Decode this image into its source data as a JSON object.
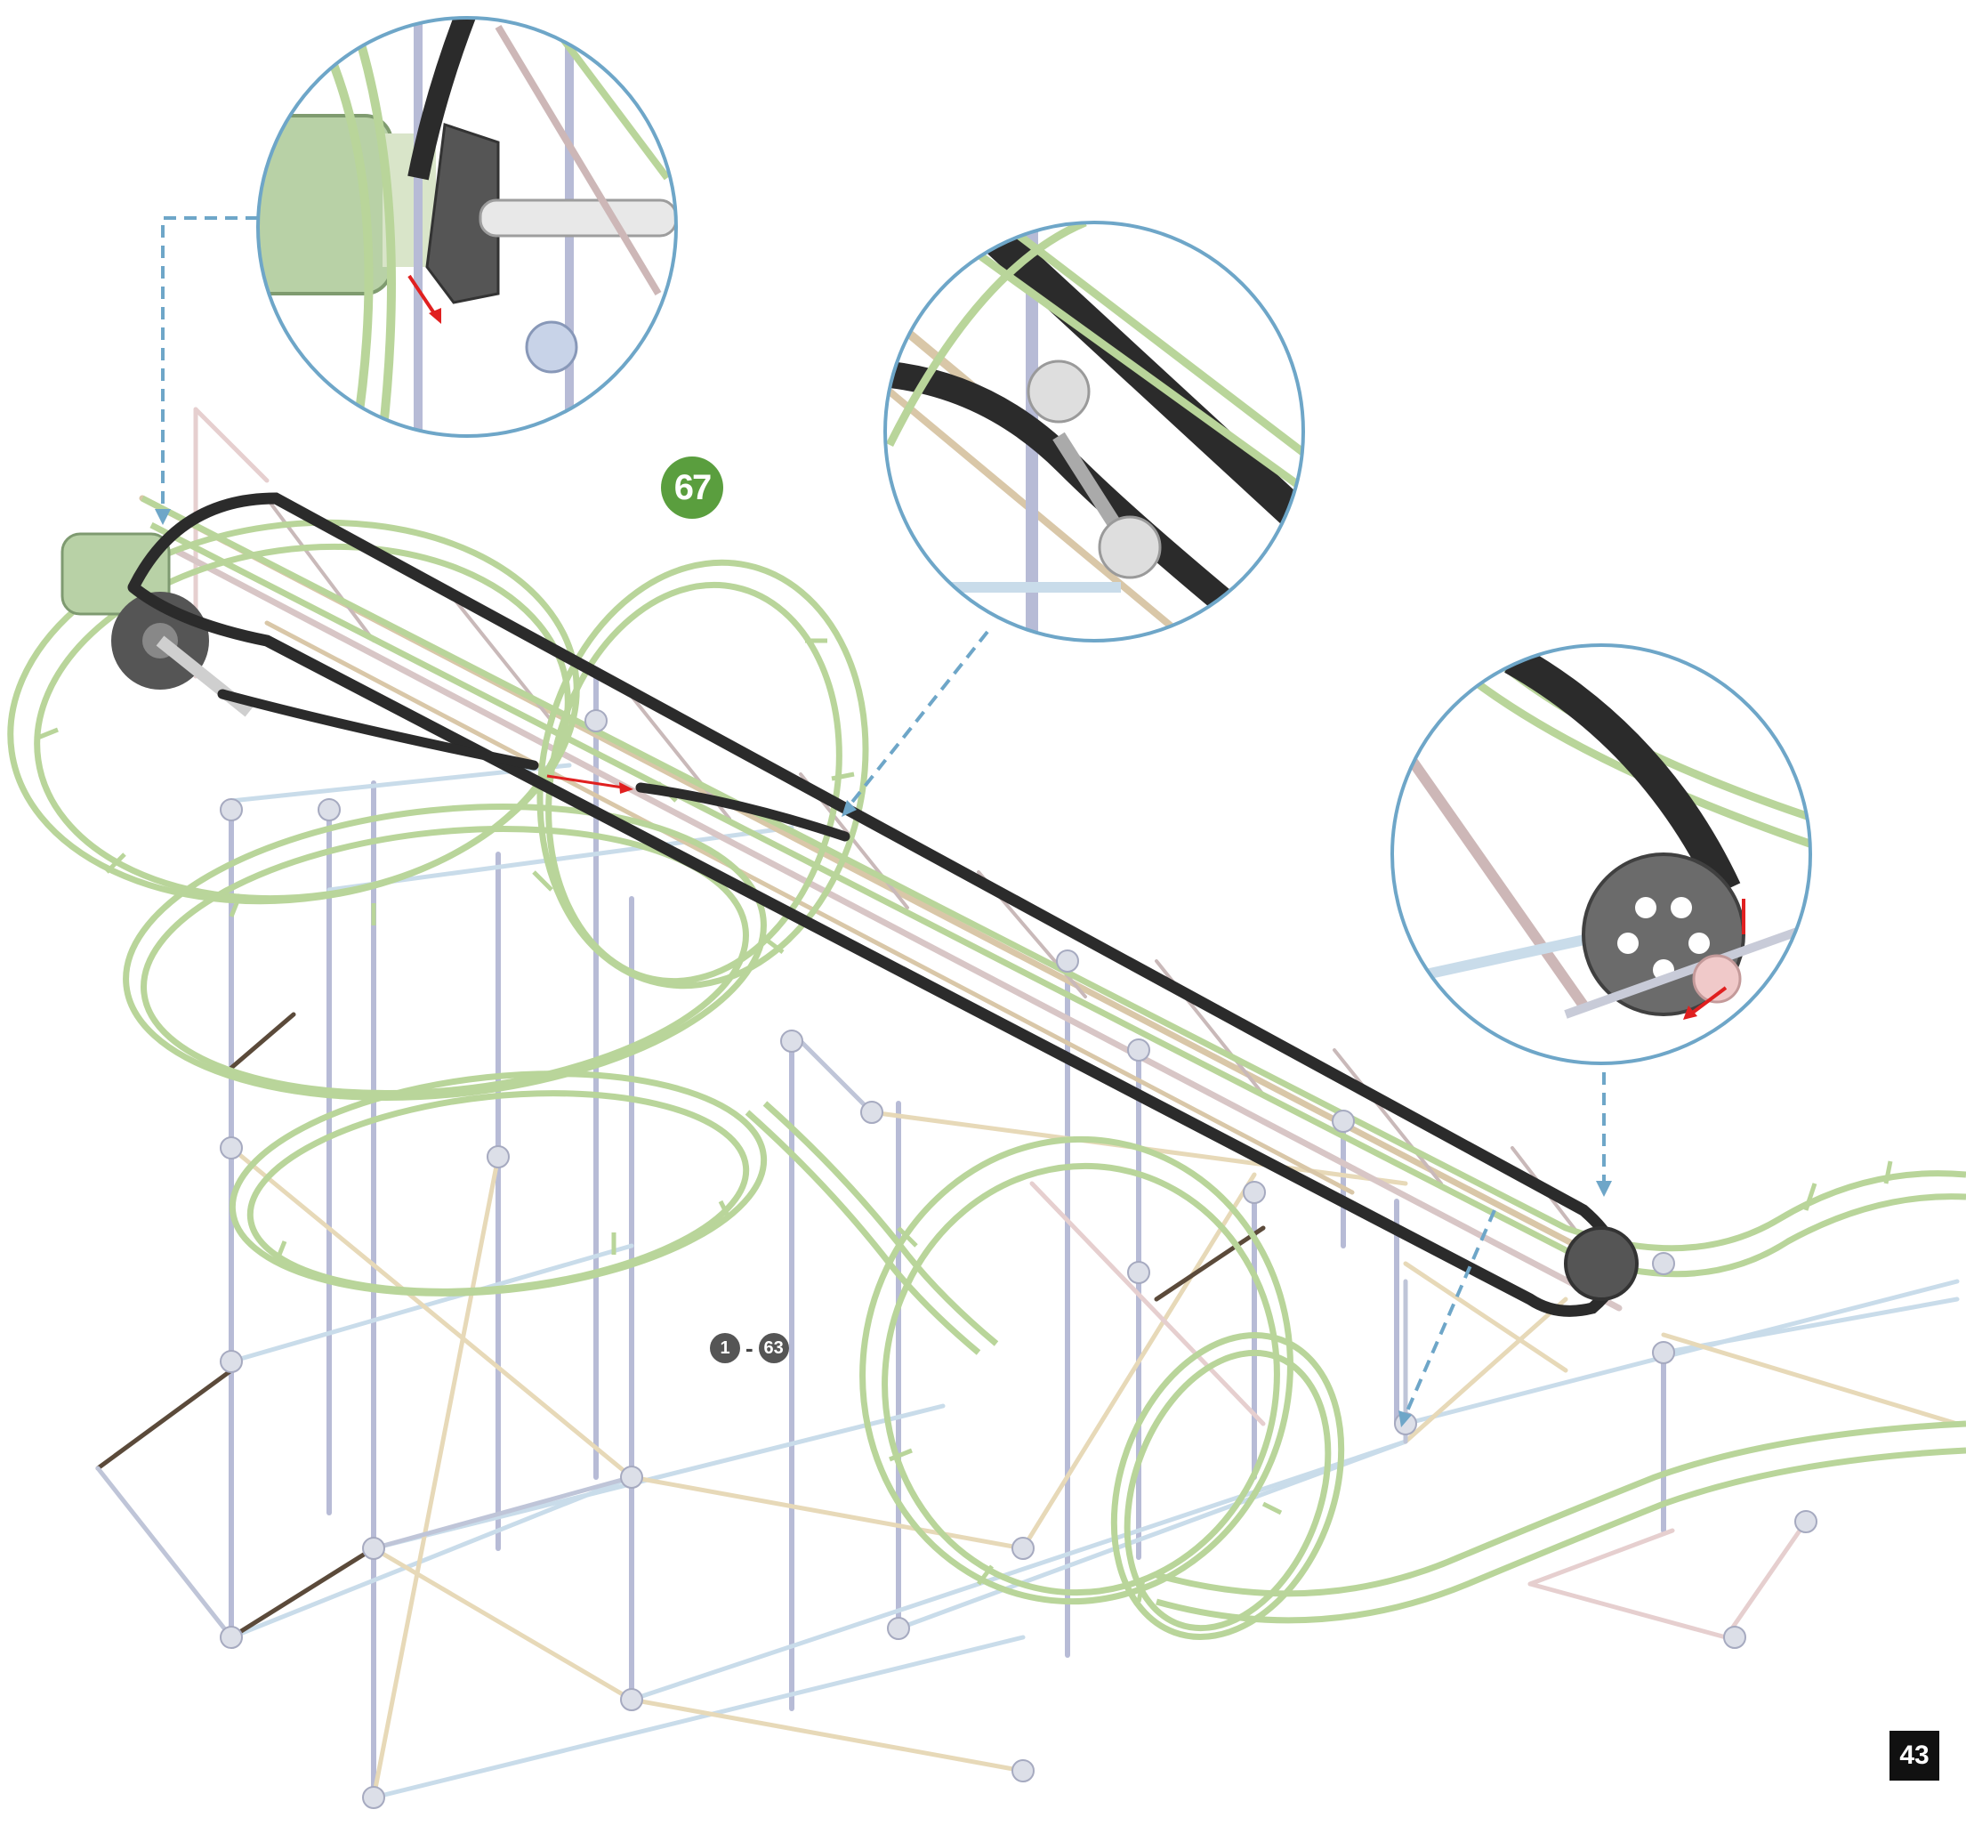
{
  "instruction_page": {
    "step_number": "67",
    "part_range": {
      "from": "1",
      "separator": "-",
      "to": "63"
    },
    "page_number": "43"
  },
  "colors": {
    "track": "#b9d59a",
    "chain": "#2b2b2b",
    "callout_ring": "#6ea6c8",
    "step_badge": "#5a9e3e",
    "range_badge": "#555555",
    "arrow": "#e02020"
  }
}
